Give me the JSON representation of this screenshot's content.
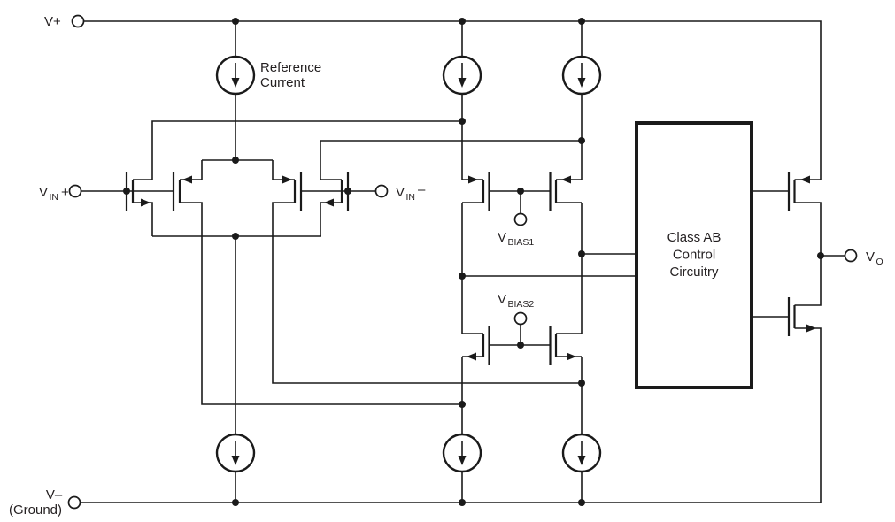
{
  "figure": {
    "type": "op-amp-simplified-schematic",
    "background": "#ffffff",
    "line_color": "#1a1a1a",
    "text_color": "#231f20"
  },
  "labels": {
    "v_plus": "V+",
    "v_minus": "V–",
    "ground": "(Ground)",
    "reference": {
      "line1": "Reference",
      "line2": "Current"
    },
    "vin_plus": {
      "base": "V",
      "sub": "IN",
      "sign": "+"
    },
    "vin_minus": {
      "base": "V",
      "sub": "IN",
      "sign": "–"
    },
    "vbias1": {
      "base": "V",
      "sub": "BIAS1"
    },
    "vbias2": {
      "base": "V",
      "sub": "BIAS2"
    },
    "vo": {
      "base": "V",
      "sub": "O"
    },
    "class_ab": {
      "line1": "Class AB",
      "line2": "Control",
      "line3": "Circuitry"
    }
  },
  "components": {
    "block": "Class AB Control Circuitry",
    "current_sources": [
      "reference-current-source",
      "top-current-source-mid",
      "top-current-source-right",
      "bottom-current-sink-left",
      "bottom-current-sink-mid",
      "bottom-current-sink-right"
    ],
    "transistor_count": 10,
    "terminals": [
      "V+",
      "VIN+",
      "VIN-",
      "VBIAS1",
      "VBIAS2",
      "VO",
      "V- (Ground)"
    ]
  }
}
